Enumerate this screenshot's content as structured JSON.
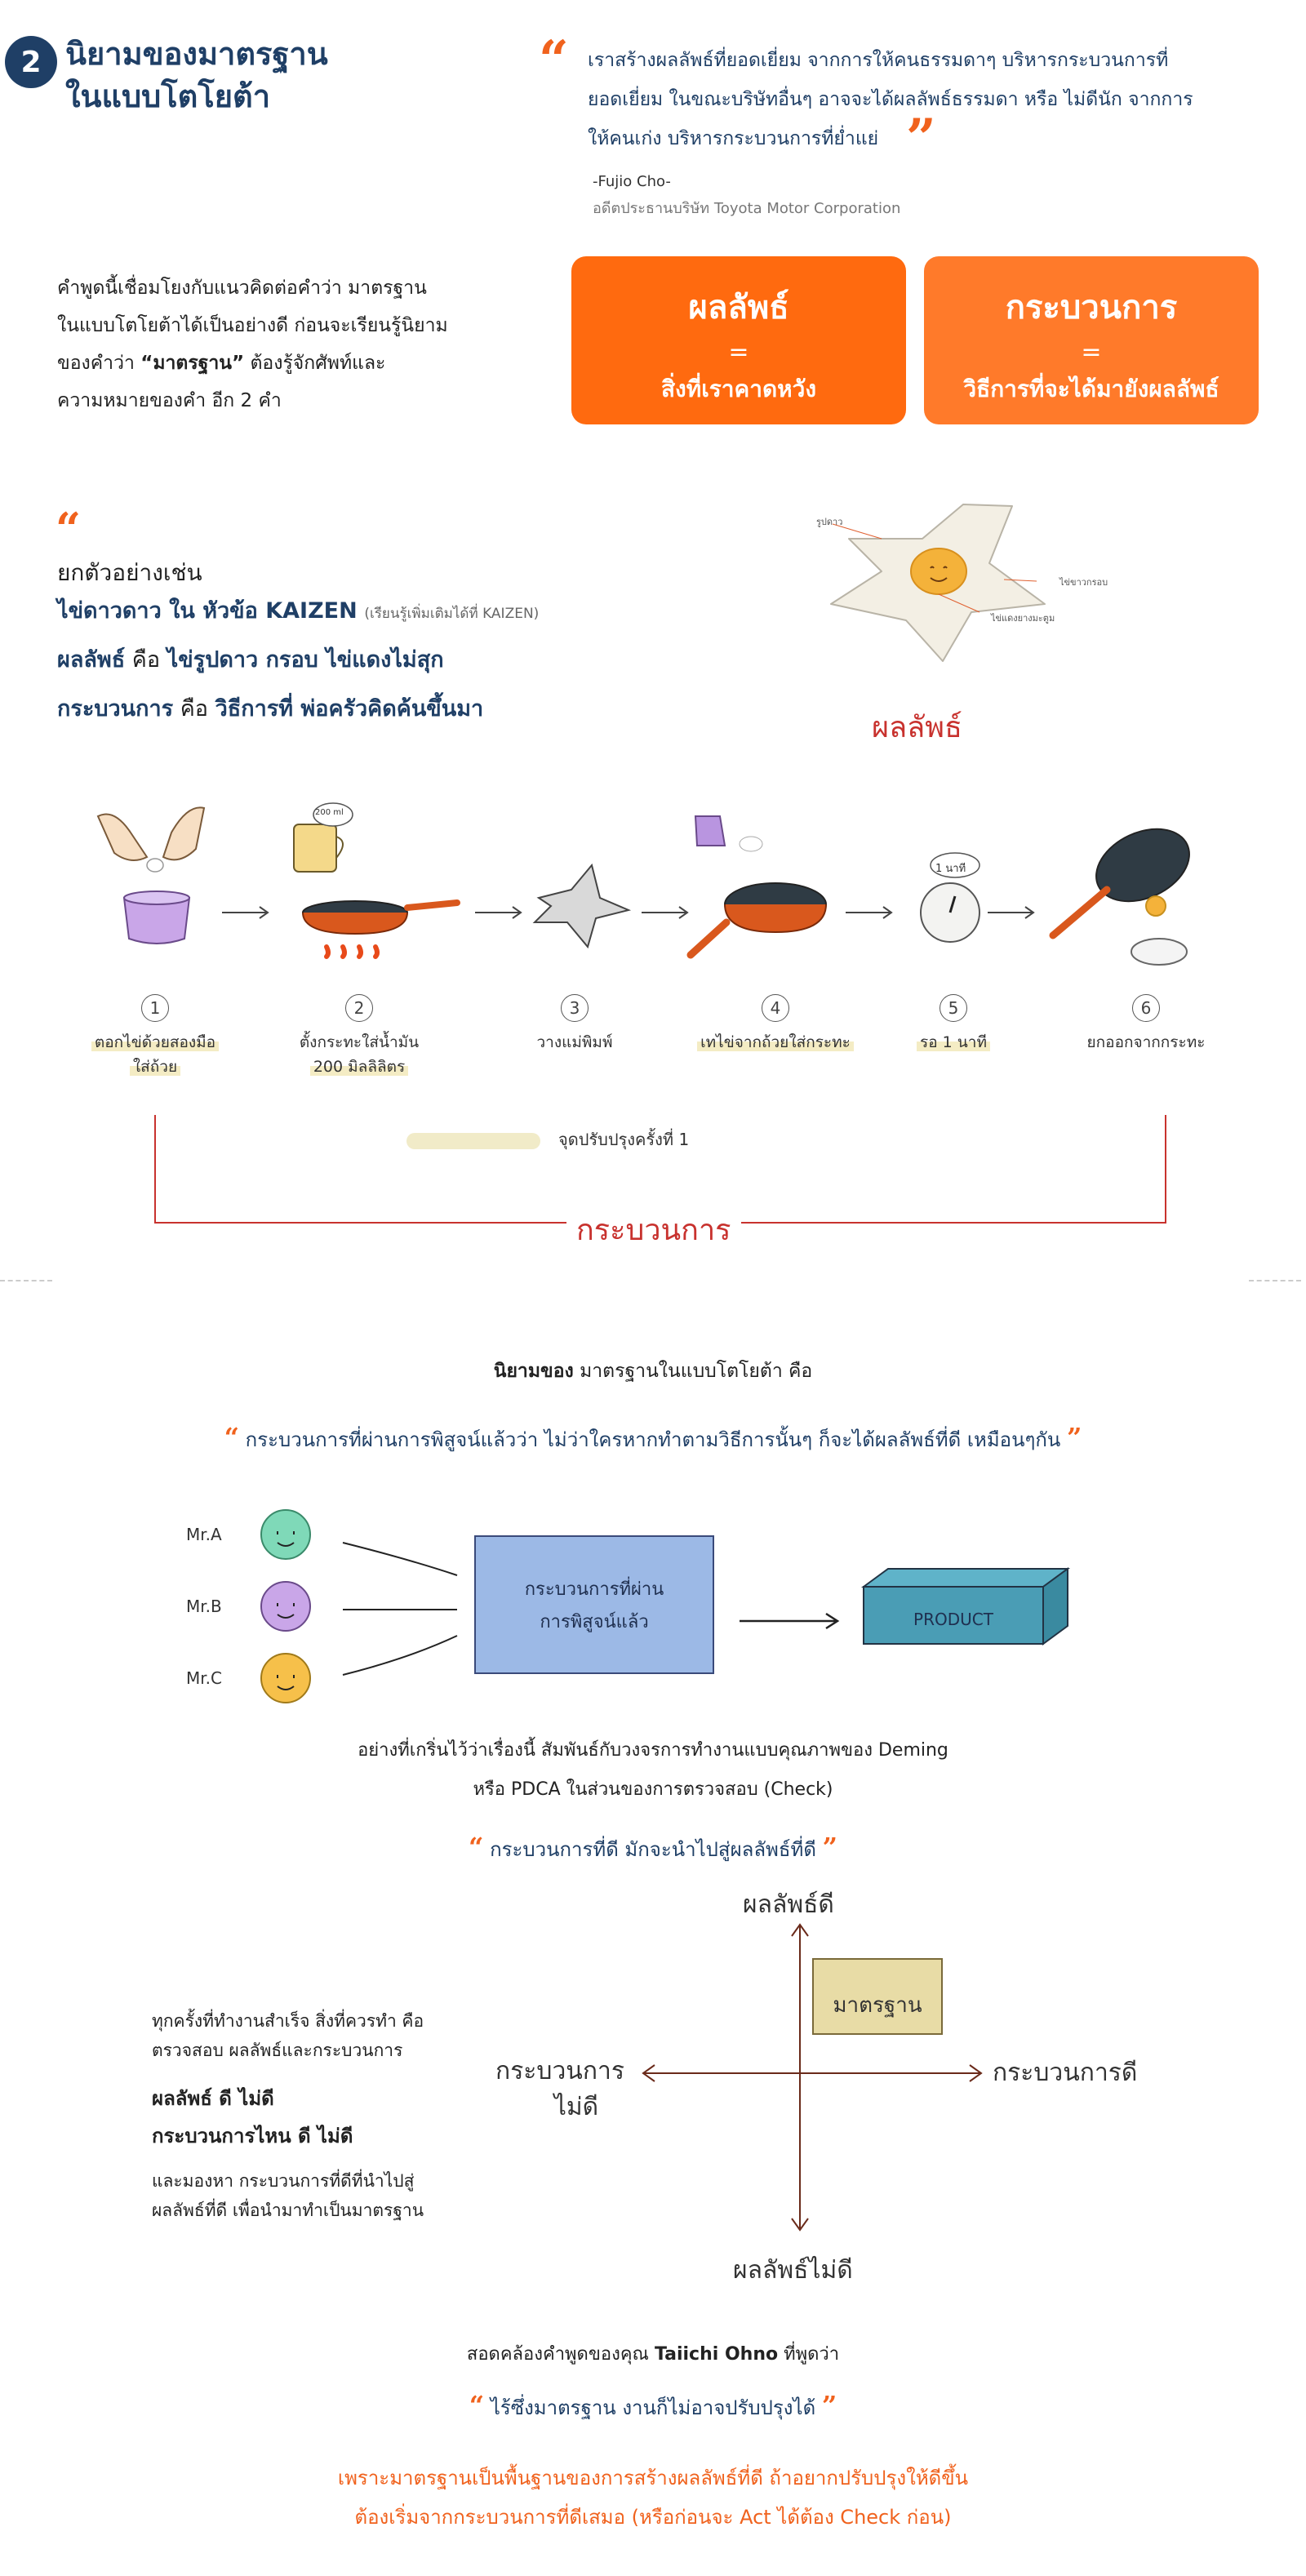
{
  "section": {
    "number": "2",
    "title_line1": "นิยามของมาตรฐาน",
    "title_line2": "ในแบบโตโยต้า"
  },
  "top_quote": {
    "line1": "เราสร้างผลลัพธ์ที่ยอดเยี่ยม จากการให้คนธรรมดาๆ บริหารกระบวนการที่",
    "line2": "ยอดเยี่ยม ในขณะบริษัทอื่นๆ อาจจะได้ผลลัพธ์ธรรมดา หรือ ไม่ดีนัก จากการ",
    "line3": "ให้คนเก่ง บริหารกระบวนการที่ย่ำแย่",
    "author": "-Fujio Cho-",
    "author_title": "อดีตประธานบริษัท Toyota Motor Corporation"
  },
  "intro": {
    "line1": "คำพูดนี้เชื่อมโยงกับแนวคิดต่อคำว่า มาตรฐาน",
    "line2": "ในแบบโตโยต้าได้เป็นอย่างดี ก่อนจะเรียนรู้นิยาม",
    "line3_pre": "ของคำว่า ",
    "line3_bold": "“มาตรฐาน”",
    "line3_post": " ต้องรู้จักศัพท์และ",
    "line4": "ความหมายของคำ อีก 2 คำ"
  },
  "boxes": [
    {
      "title": "ผลลัพธ์",
      "eq": "=",
      "desc": "สิ่งที่เราคาดหวัง"
    },
    {
      "title": "กระบวนการ",
      "eq": "=",
      "desc": "วิธีการที่จะได้มายังผลลัพธ์"
    }
  ],
  "example": {
    "intro": "ยกตัวอย่างเช่น",
    "line2_bold": "ไข่ดาวดาว ใน หัวข้อ KAIZEN",
    "line2_note": "(เรียนรู้เพิ่มเติมได้ที่ KAIZEN)",
    "line3_bold1": "ผลลัพธ์",
    "line3_mid": " คือ ",
    "line3_bold2": "ไข่รูปดาว กรอบ ไข่แดงไม่สุก",
    "line4_bold1": "กระบวนการ",
    "line4_mid": " คือ ",
    "line4_bold2": "วิธีการที่ พ่อครัวคิดค้นขึ้นมา"
  },
  "egg": {
    "label_star": "รูปดาว",
    "label_crisp": "ไข่ขาวกรอบ",
    "label_yolk": "ไข่แดงยางมะตูม",
    "result_label": "ผลลัพธ์"
  },
  "steps": [
    {
      "num": "1",
      "line1": "ตอกไข่ด้วยสองมือ",
      "line2": "ใส่ถ้วย"
    },
    {
      "num": "2",
      "line1": "ตั้งกระทะใส่น้ำมัน",
      "line2": "200 มิลลิลิตร"
    },
    {
      "num": "3",
      "line1": "วางแม่พิมพ์",
      "line2": ""
    },
    {
      "num": "4",
      "line1": "เทไข่จากถ้วยใส่กระทะ",
      "line2": ""
    },
    {
      "num": "5",
      "line1": "รอ 1 นาที",
      "line2": ""
    },
    {
      "num": "6",
      "line1": "ยกออกจากกระทะ",
      "line2": ""
    }
  ],
  "step_icons": {
    "cup_label": "200 ml",
    "timer_label": "1 นาที"
  },
  "kaizen_note": "จุดปรับปรุงครั้งที่ 1",
  "process_label": "กระบวนการ",
  "definition": {
    "heading_bold": "นิยามของ",
    "heading_rest": " มาตรฐานในแบบโตโยต้า คือ",
    "quote": "กระบวนการที่ผ่านการพิสูจน์แล้วว่า ไม่ว่าใครหากทำตามวิธีการนั้นๆ ก็จะได้ผลลัพธ์ที่ดี เหมือนๆกัน"
  },
  "diagram": {
    "people": [
      "Mr.A",
      "Mr.B",
      "Mr.C"
    ],
    "process_line1": "กระบวนการที่ผ่าน",
    "process_line2": "การพิสูจน์แล้ว",
    "product": "PRODUCT"
  },
  "deming": {
    "line1": "อย่างที่เกริ่นไว้ว่าเรื่องนี้ สัมพันธ์กับวงจรการทำงานแบบคุณภาพของ Deming",
    "line2": "หรือ PDCA ในส่วนของการตรวจสอบ (Check)"
  },
  "quote2": "กระบวนการที่ดี มักจะนำไปสู่ผลลัพธ์ที่ดี",
  "quadrant": {
    "top": "ผลลัพธ์ดี",
    "bottom": "ผลลัพธ์ไม่ดี",
    "left_line1": "กระบวนการ",
    "left_line2": "ไม่ดี",
    "right": "กระบวนการดี",
    "box": "มาตรฐาน"
  },
  "side_note": {
    "line1": "ทุกครั้งที่ทำงานสำเร็จ สิ่งที่ควรทำ คือ",
    "line2": "ตรวจสอบ ผลลัพธ์และกระบวนการ",
    "bold1": "ผลลัพธ์ ดี ไม่ดี",
    "bold2": "กระบวนการไหน ดี ไม่ดี",
    "line5": "และมองหา กระบวนการที่ดีที่นำไปสู่",
    "line6": "ผลลัพธ์ที่ดี เพื่อนำมาทำเป็นมาตรฐาน"
  },
  "ohno": {
    "line_pre": "สอดคล้องคำพูดของคุณ ",
    "line_bold": "Taiichi Ohno",
    "line_post": " ที่พูดว่า",
    "quote": "ไร้ซึ่งมาตรฐาน งานก็ไม่อาจปรับปรุงได้"
  },
  "conclusion": {
    "line1": "เพราะมาตรฐานเป็นพื้นฐานของการสร้างผลลัพธ์ที่ดี ถ้าอยากปรับปรุงให้ดีขึ้น",
    "line2": "ต้องเริ่มจากกระบวนการที่ดีเสมอ (หรือก่อนจะ Act ได้ต้อง Check ก่อน)"
  },
  "colors": {
    "navy": "#1f3f66",
    "orange": "#f0621d",
    "box1": "#ff6a0f",
    "box2": "#ff7a2a",
    "red": "#c8322e"
  }
}
